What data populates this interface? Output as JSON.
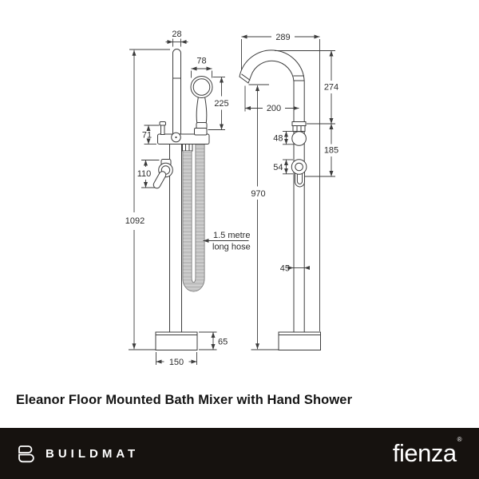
{
  "title": "Eleanor Floor Mounted Bath Mixer with Hand Shower",
  "front": {
    "riser_width": "28",
    "head_width": "78",
    "handset_height": "225",
    "body_height": "71",
    "handle_height": "110",
    "overall_height": "1092",
    "base_height": "65",
    "base_width": "150",
    "hose_note_1": "1.5 metre",
    "hose_note_2": "long hose"
  },
  "side": {
    "spout_reach": "289",
    "spout_drop": "274",
    "outlet_reach": "200",
    "diverter_size": "48",
    "body_span": "185",
    "handle_size": "54",
    "spout_height": "970",
    "column_width": "45"
  },
  "footer": {
    "brand": "BUILDMAT",
    "fienza": "fienza",
    "reg": "®"
  },
  "colors": {
    "line": "#3d3d3d",
    "text": "#2d2d2d",
    "footer_bg": "#16120f",
    "background": "#ffffff"
  }
}
